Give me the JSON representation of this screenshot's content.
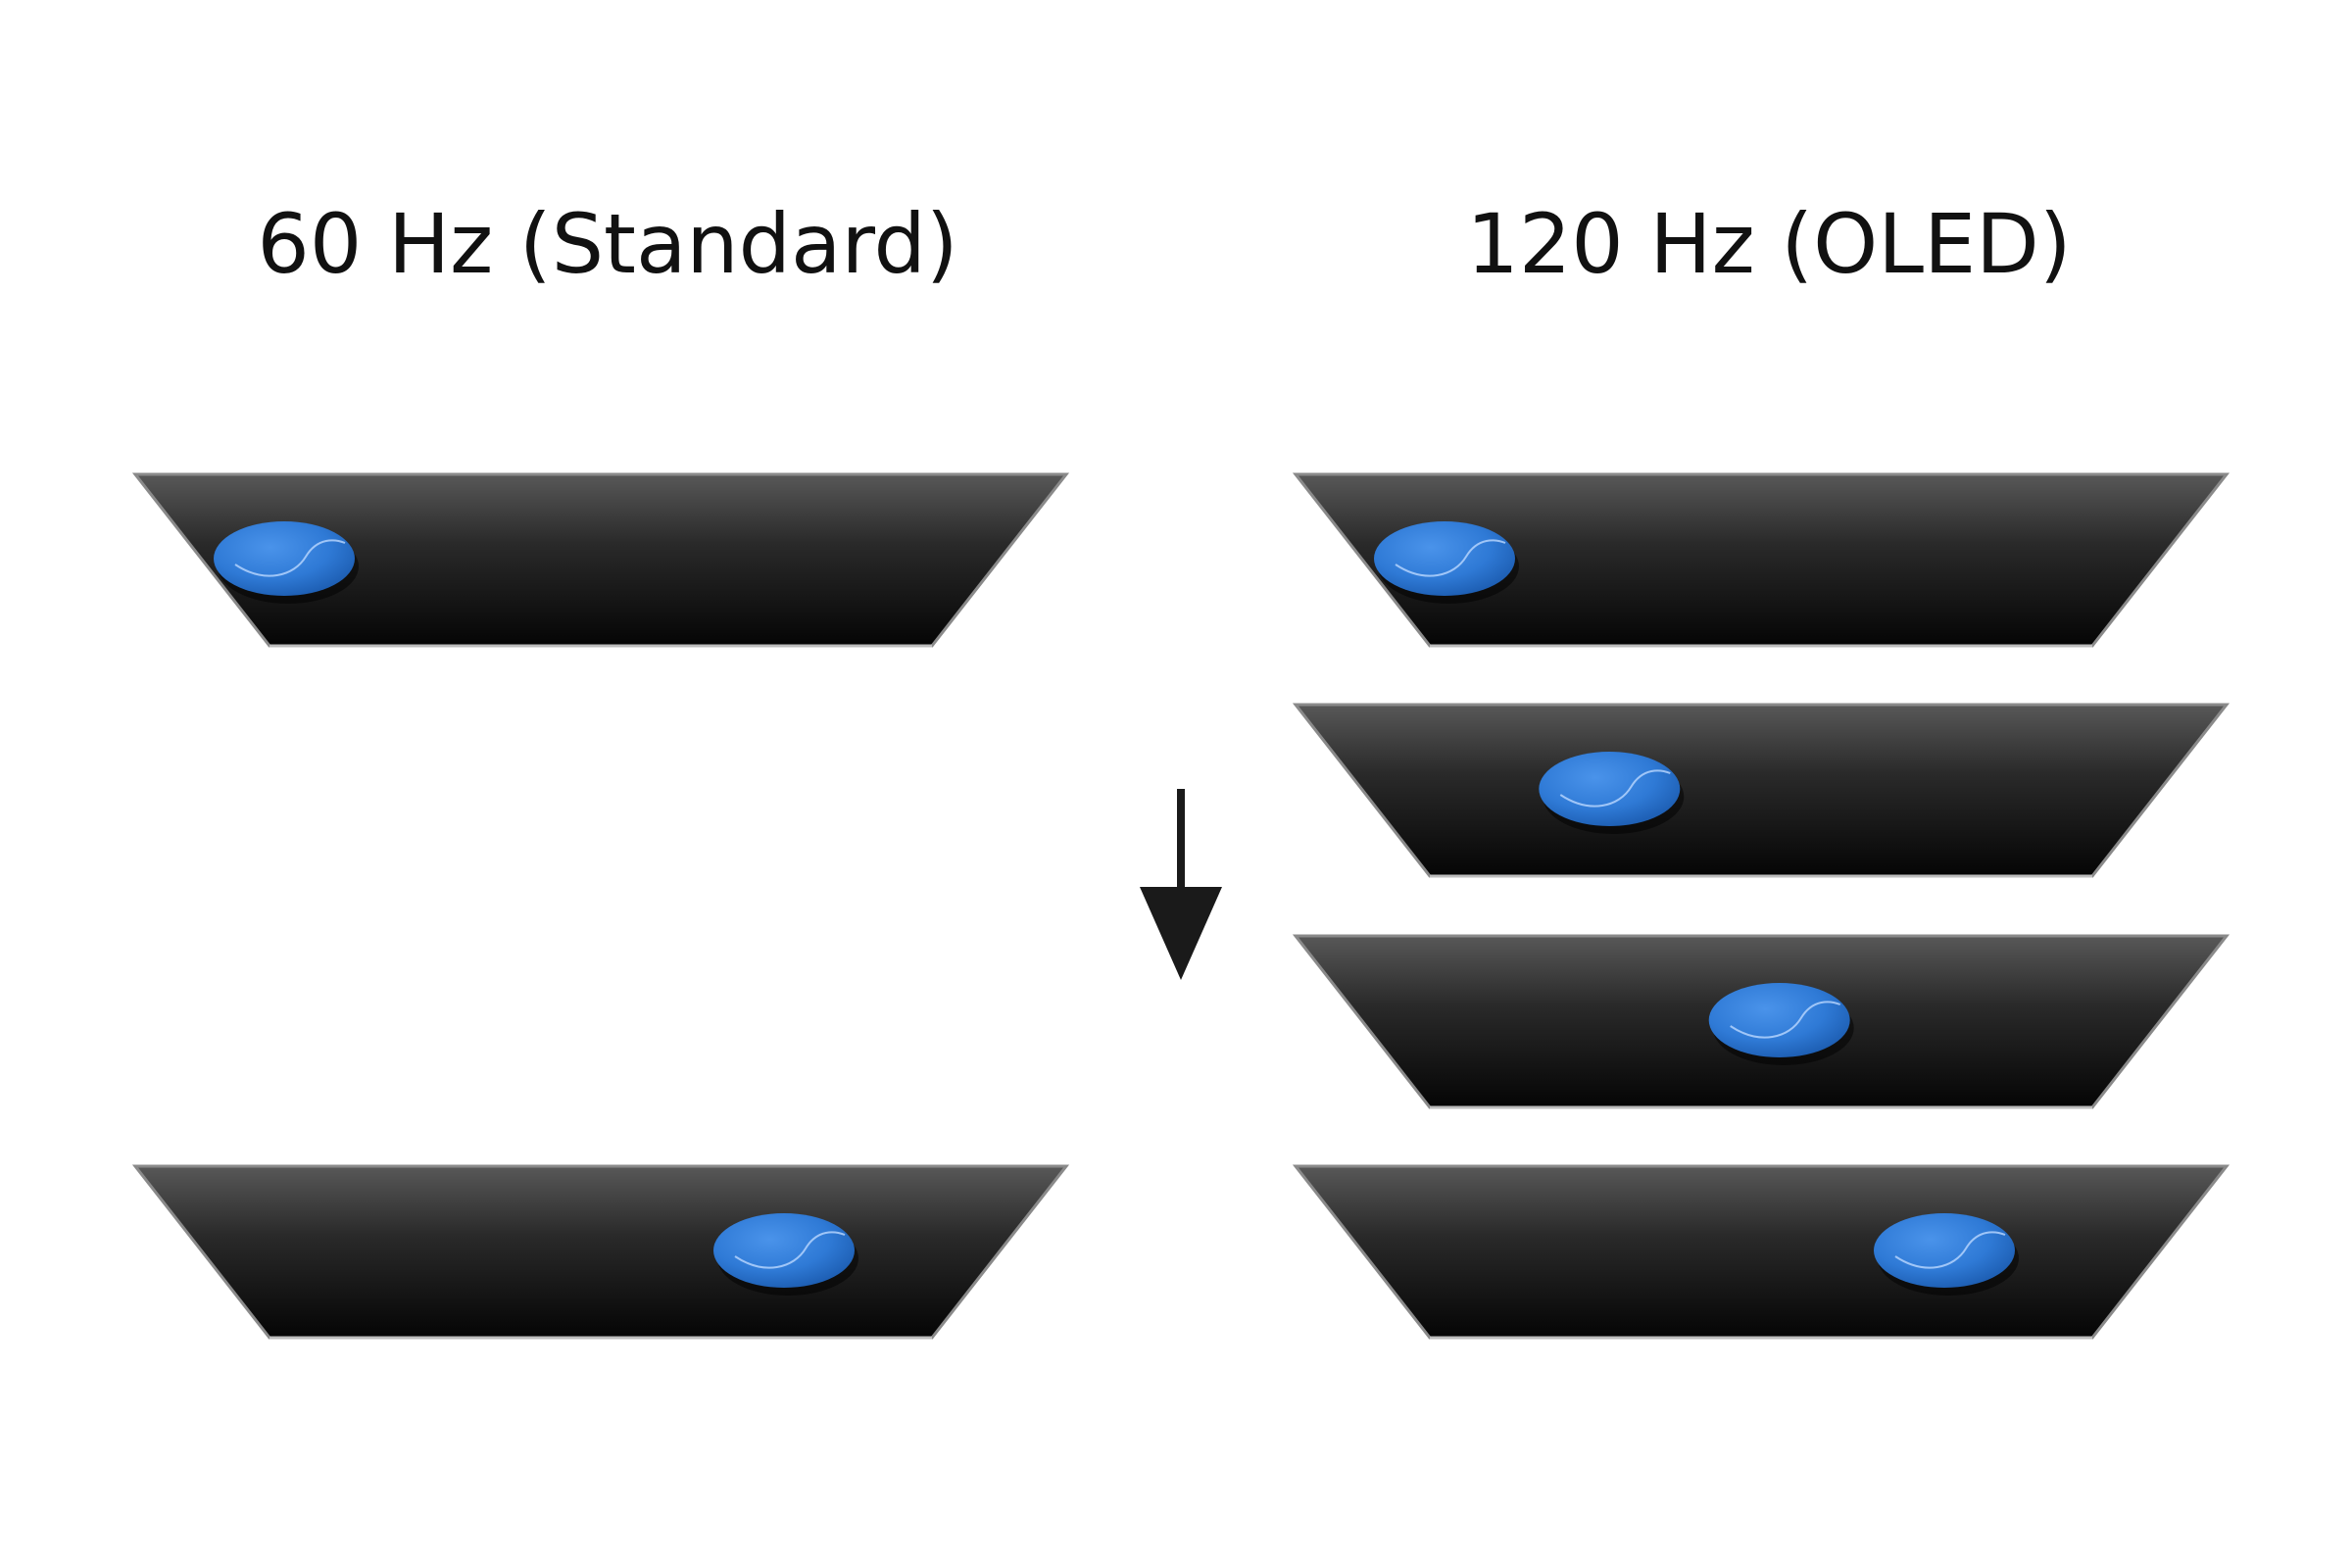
{
  "columns": [
    {
      "heading": "60 Hz (Standard)",
      "frames": [
        {
          "ball_progress": 0.0
        },
        {
          "ball_progress": 1.0
        }
      ]
    },
    {
      "heading": "120 Hz (OLED)",
      "frames": [
        {
          "ball_progress": 0.0
        },
        {
          "ball_progress": 0.33
        },
        {
          "ball_progress": 0.67
        },
        {
          "ball_progress": 1.0
        }
      ]
    }
  ],
  "colors": {
    "screen_top": "#585858",
    "screen_bottom": "#050505",
    "ball": "#2f7ad6",
    "ball_dark": "#1c5cb0",
    "arrow": "#1a1a1a"
  },
  "icons": {
    "flow_arrow": "arrow-down-icon",
    "ball": "ball-icon"
  }
}
